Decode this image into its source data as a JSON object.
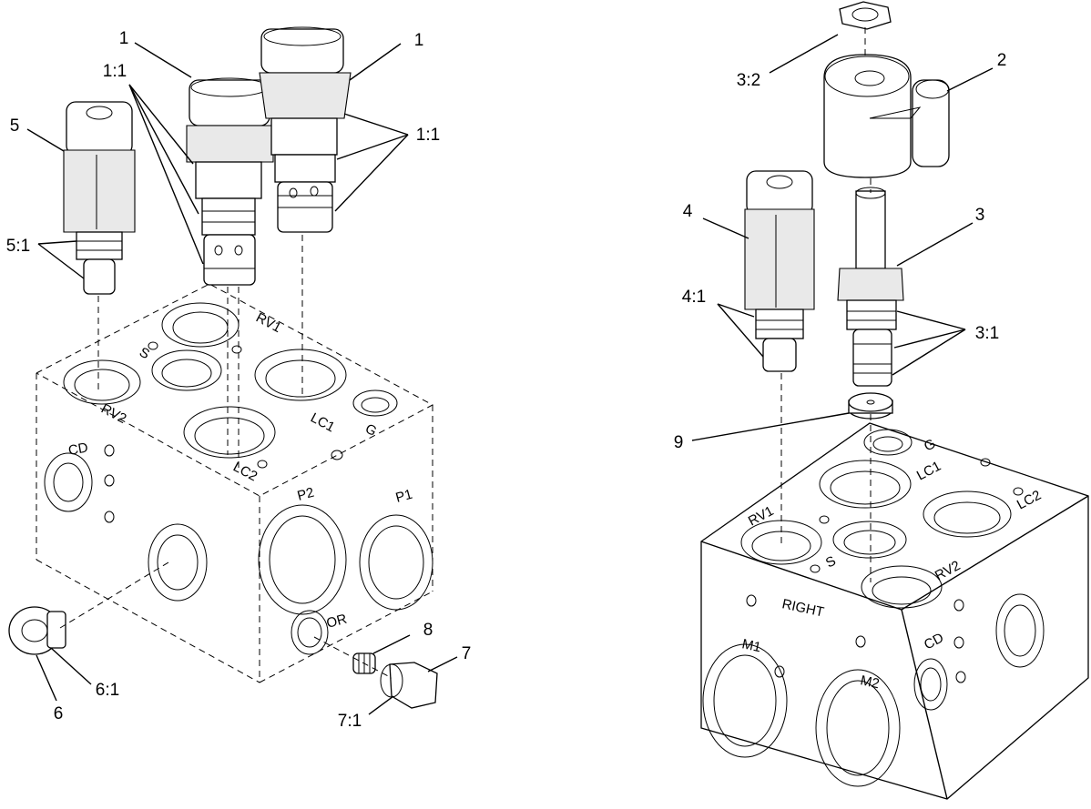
{
  "callouts": {
    "left": [
      "1",
      "1:1",
      "1",
      "1:1",
      "5",
      "5:1",
      "6",
      "6:1",
      "7",
      "7:1",
      "8"
    ],
    "right": [
      "3:2",
      "2",
      "4",
      "3",
      "4:1",
      "3:1",
      "9"
    ]
  },
  "ports": {
    "left": [
      "RV1",
      "S",
      "RV2",
      "LC1",
      "G",
      "LC2",
      "CD",
      "P2",
      "P1",
      "OR"
    ],
    "right": [
      "G",
      "LC1",
      "LC2",
      "RV1",
      "S",
      "RV2",
      "RIGHT",
      "M1",
      "M2",
      "CD"
    ]
  },
  "colors": {
    "line": "#000000",
    "fill": "#ffffff",
    "shade": "#e9e9e9"
  }
}
